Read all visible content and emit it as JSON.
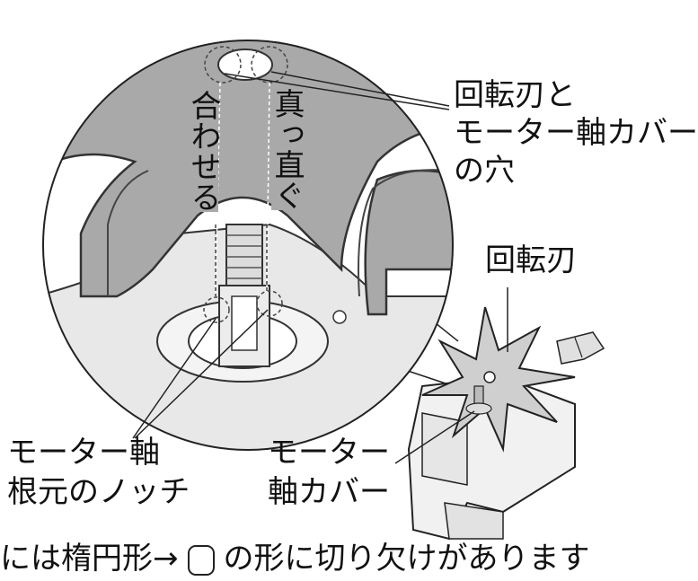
{
  "labels": {
    "blade_motor_cover_hole_line1": "回転刃と",
    "blade_motor_cover_hole_line2": "モーター軸カバー",
    "blade_motor_cover_hole_line3": "の穴",
    "align": "合わせる",
    "straight": "真っ直ぐ",
    "rotating_blade": "回転刃",
    "motor_shaft_notch_line1": "モーター軸",
    "motor_shaft_notch_line2": "根元のノッチ",
    "motor_shaft_cover_line1": "モーター",
    "motor_shaft_cover_line2": "軸カバー"
  },
  "caption": {
    "prefix": "には楕円形→",
    "suffix": "の形に切り欠けがあります"
  }
}
